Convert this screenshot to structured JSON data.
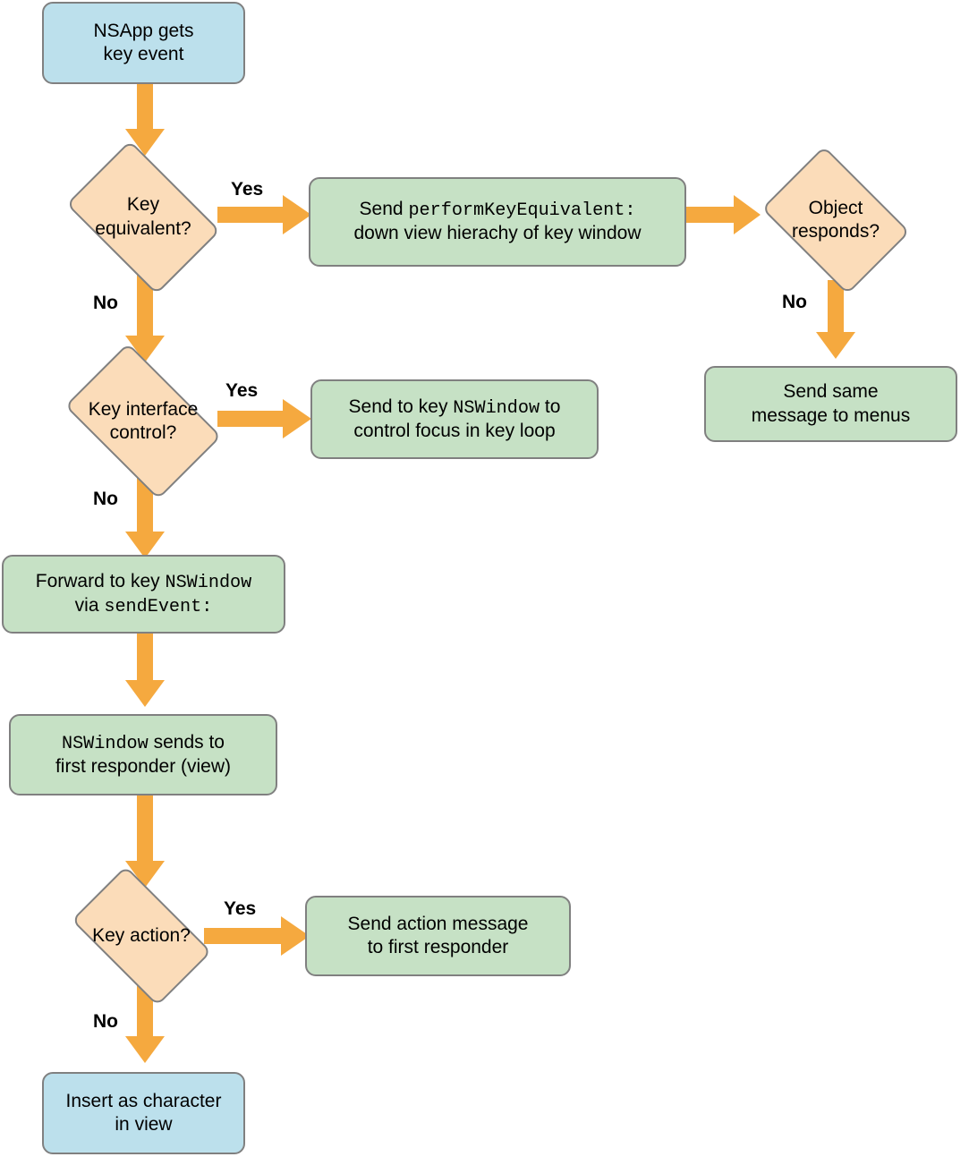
{
  "diagram": {
    "title": "NSApp key event dispatch flowchart",
    "colors": {
      "start_fill": "#bce0ec",
      "process_fill": "#c6e1c5",
      "decision_fill": "#fbdcb9",
      "shape_stroke": "#808080",
      "arrow": "#f5a93f",
      "text": "#000000",
      "background": "#ffffff"
    },
    "nodes": [
      {
        "id": "nsapp-gets-key-event",
        "type": "terminator",
        "fill": "start_fill",
        "lines": [
          [
            {
              "t": "NSApp gets",
              "m": false
            }
          ],
          [
            {
              "t": "key event",
              "m": false
            }
          ]
        ]
      },
      {
        "id": "key-equivalent",
        "type": "decision",
        "fill": "decision_fill",
        "lines": [
          [
            {
              "t": "Key",
              "m": false
            }
          ],
          [
            {
              "t": "equivalent?",
              "m": false
            }
          ]
        ]
      },
      {
        "id": "send-perform-key-equivalent",
        "type": "process",
        "fill": "process_fill",
        "lines": [
          [
            {
              "t": "Send ",
              "m": false
            },
            {
              "t": "performKeyEquivalent:",
              "m": true
            }
          ],
          [
            {
              "t": "down view hierachy of key window",
              "m": false
            }
          ]
        ]
      },
      {
        "id": "object-responds",
        "type": "decision",
        "fill": "decision_fill",
        "lines": [
          [
            {
              "t": "Object",
              "m": false
            }
          ],
          [
            {
              "t": "responds?",
              "m": false
            }
          ]
        ]
      },
      {
        "id": "send-same-message-to-menus",
        "type": "process",
        "fill": "process_fill",
        "lines": [
          [
            {
              "t": "Send same",
              "m": false
            }
          ],
          [
            {
              "t": "message to menus",
              "m": false
            }
          ]
        ]
      },
      {
        "id": "key-interface-control",
        "type": "decision",
        "fill": "decision_fill",
        "lines": [
          [
            {
              "t": "Key interface",
              "m": false
            }
          ],
          [
            {
              "t": "control?",
              "m": false
            }
          ]
        ]
      },
      {
        "id": "send-to-key-nswindow",
        "type": "process",
        "fill": "process_fill",
        "lines": [
          [
            {
              "t": "Send to key ",
              "m": false
            },
            {
              "t": "NSWindow",
              "m": true
            },
            {
              "t": " to",
              "m": false
            }
          ],
          [
            {
              "t": "control focus in key loop",
              "m": false
            }
          ]
        ]
      },
      {
        "id": "forward-to-key-nswindow",
        "type": "process",
        "fill": "process_fill",
        "lines": [
          [
            {
              "t": "Forward to key ",
              "m": false
            },
            {
              "t": "NSWindow",
              "m": true
            }
          ],
          [
            {
              "t": "via ",
              "m": false
            },
            {
              "t": "sendEvent:",
              "m": true
            }
          ]
        ]
      },
      {
        "id": "nswindow-sends-to-first-responder",
        "type": "process",
        "fill": "process_fill",
        "lines": [
          [
            {
              "t": "NSWindow",
              "m": true
            },
            {
              "t": " sends to",
              "m": false
            }
          ],
          [
            {
              "t": "first responder (view)",
              "m": false
            }
          ]
        ]
      },
      {
        "id": "key-action",
        "type": "decision",
        "fill": "decision_fill",
        "lines": [
          [
            {
              "t": "Key action?",
              "m": false
            }
          ]
        ]
      },
      {
        "id": "send-action-message",
        "type": "process",
        "fill": "process_fill",
        "lines": [
          [
            {
              "t": "Send action message",
              "m": false
            }
          ],
          [
            {
              "t": "to first responder",
              "m": false
            }
          ]
        ]
      },
      {
        "id": "insert-as-character",
        "type": "terminator",
        "fill": "start_fill",
        "lines": [
          [
            {
              "t": "Insert as character",
              "m": false
            }
          ],
          [
            {
              "t": "in view",
              "m": false
            }
          ]
        ]
      }
    ],
    "edges": [
      {
        "id": "e-start-to-key-equivalent",
        "from": "nsapp-gets-key-event",
        "to": "key-equivalent",
        "label": "",
        "direction": "down"
      },
      {
        "id": "e-key-equivalent-yes",
        "from": "key-equivalent",
        "to": "send-perform-key-equivalent",
        "label": "Yes",
        "direction": "right"
      },
      {
        "id": "e-perform-to-object-responds",
        "from": "send-perform-key-equivalent",
        "to": "object-responds",
        "label": "",
        "direction": "right"
      },
      {
        "id": "e-object-responds-no",
        "from": "object-responds",
        "to": "send-same-message-to-menus",
        "label": "No",
        "direction": "down"
      },
      {
        "id": "e-key-equivalent-no",
        "from": "key-equivalent",
        "to": "key-interface-control",
        "label": "No",
        "direction": "down"
      },
      {
        "id": "e-key-interface-yes",
        "from": "key-interface-control",
        "to": "send-to-key-nswindow",
        "label": "Yes",
        "direction": "right"
      },
      {
        "id": "e-key-interface-no",
        "from": "key-interface-control",
        "to": "forward-to-key-nswindow",
        "label": "No",
        "direction": "down"
      },
      {
        "id": "e-forward-to-nswindow-sends",
        "from": "forward-to-key-nswindow",
        "to": "nswindow-sends-to-first-responder",
        "label": "",
        "direction": "down"
      },
      {
        "id": "e-nswindow-sends-to-key-action",
        "from": "nswindow-sends-to-first-responder",
        "to": "key-action",
        "label": "",
        "direction": "down"
      },
      {
        "id": "e-key-action-yes",
        "from": "key-action",
        "to": "send-action-message",
        "label": "Yes",
        "direction": "right"
      },
      {
        "id": "e-key-action-no",
        "from": "key-action",
        "to": "insert-as-character",
        "label": "No",
        "direction": "down"
      }
    ],
    "edge_labels": {
      "yes": "Yes",
      "no": "No"
    }
  }
}
